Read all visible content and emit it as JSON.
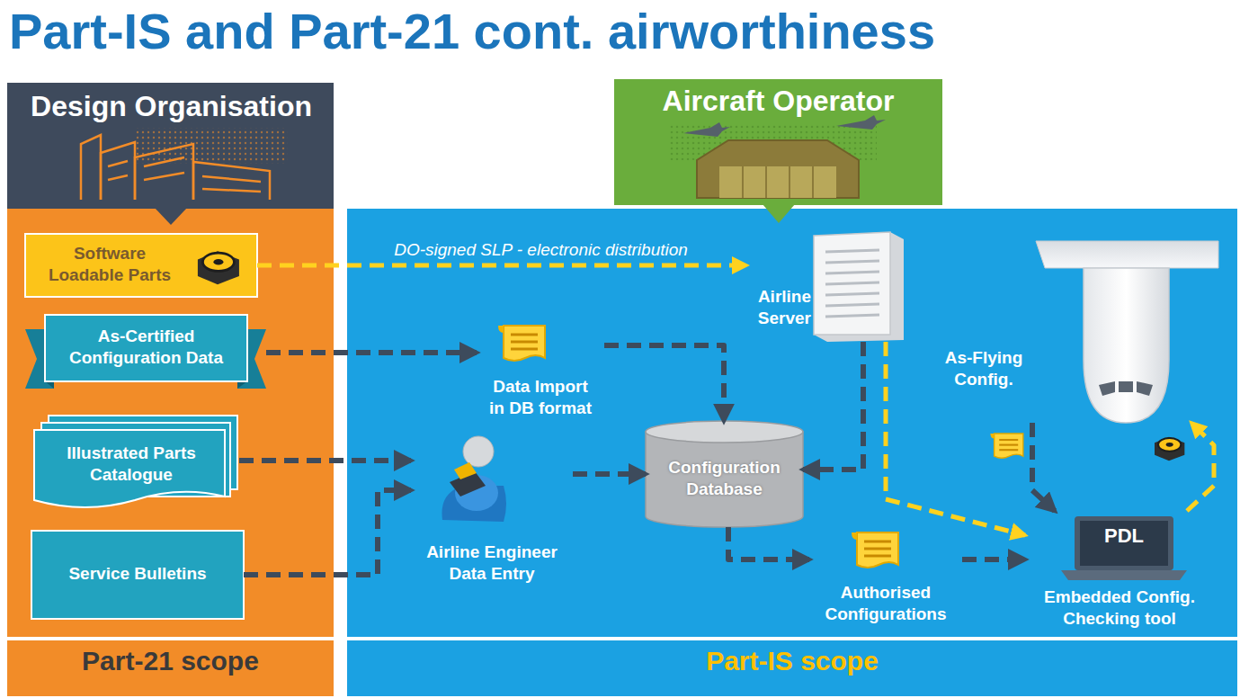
{
  "diagram": {
    "title": "Part-IS and Part-21 cont. airworthiness",
    "nodes": [
      {
        "text": [
          "Design Organisation"
        ]
      },
      {
        "text": [
          "Part-21 scope"
        ]
      },
      {
        "text": [
          "Software Loadable Parts"
        ],
        "in": 1
      },
      {
        "text": [
          "As-Certified Configuration Data"
        ],
        "in": 1
      },
      {
        "text": [
          "Illustrated Parts Catalogue"
        ],
        "in": 1
      },
      {
        "text": [
          "Service Bulletins"
        ],
        "in": 1
      },
      {
        "text": [
          "Aircraft Operator"
        ]
      },
      {
        "text": [
          "Part-IS scope"
        ]
      },
      {
        "text": [
          "Airline Server"
        ],
        "in": 7
      },
      {
        "text": [
          "Data Import in DB format"
        ],
        "in": 7
      },
      {
        "text": [
          "Airline Engineer Data Entry"
        ],
        "in": 7
      },
      {
        "text": [
          "Configuration Database"
        ],
        "in": 7
      },
      {
        "text": [
          "Authorised Configurations"
        ],
        "in": 7
      },
      {
        "text": [
          "PDL",
          "Embedded Config. Checking tool"
        ],
        "in": 7
      },
      {
        "text": [
          "As-Flying Config."
        ],
        "in": 7
      }
    ],
    "edges": [
      {
        "from": 2,
        "to": 8,
        "arrow": "to",
        "label": "DO-signed SLP - electronic distribution"
      },
      {
        "from": 3,
        "to": 9,
        "arrow": "to"
      },
      {
        "from": 9,
        "to": 11,
        "arrow": "to"
      },
      {
        "from": 4,
        "to": 10,
        "arrow": "to"
      },
      {
        "from": 5,
        "to": 10,
        "arrow": "to"
      },
      {
        "from": 10,
        "to": 11,
        "arrow": "to"
      },
      {
        "from": 8,
        "to": 11,
        "arrow": "to"
      },
      {
        "from": 8,
        "to": 13,
        "arrow": "to"
      },
      {
        "from": 11,
        "to": 12,
        "arrow": "to"
      },
      {
        "from": 12,
        "to": 13,
        "arrow": "to"
      },
      {
        "from": 14,
        "to": 13,
        "arrow": "to"
      },
      {
        "from": 13,
        "to": 14,
        "arrow": "to"
      }
    ]
  }
}
